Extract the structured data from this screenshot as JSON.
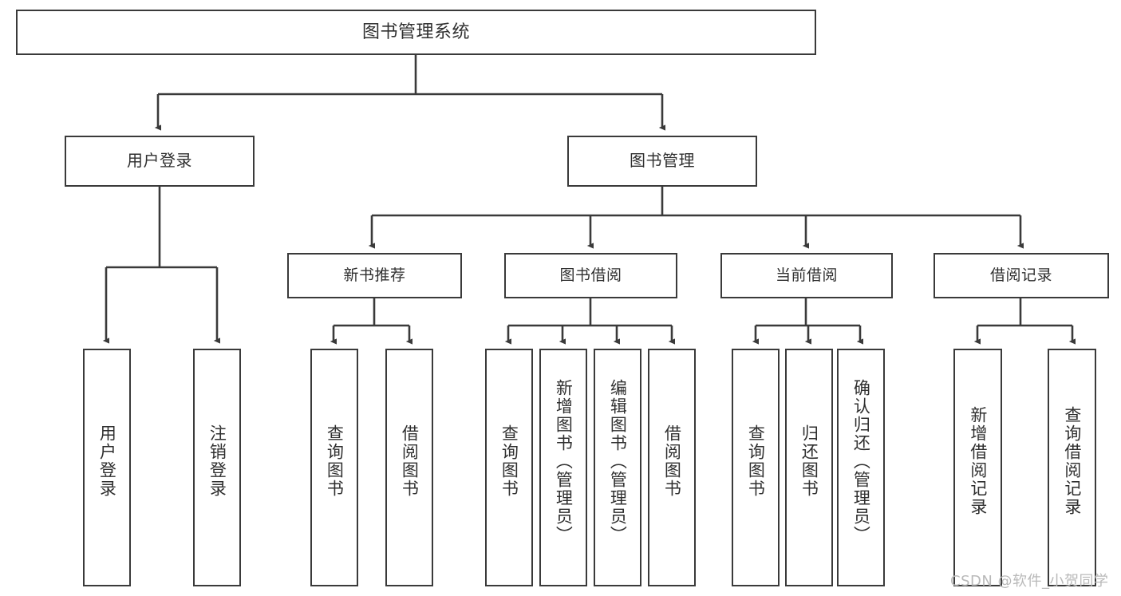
{
  "diagram": {
    "type": "tree-hierarchy",
    "title": "图书管理系统",
    "root": {
      "label": "图书管理系统"
    },
    "level1": [
      {
        "id": "user-login",
        "label": "用户登录"
      },
      {
        "id": "book-management",
        "label": "图书管理"
      }
    ],
    "level2": [
      {
        "id": "new-book-recommend",
        "label": "新书推荐"
      },
      {
        "id": "book-borrow",
        "label": "图书借阅"
      },
      {
        "id": "current-borrow",
        "label": "当前借阅"
      },
      {
        "id": "borrow-record",
        "label": "借阅记录"
      }
    ],
    "leaves": {
      "user_login": [
        {
          "id": "leaf-user-login",
          "label": "用户登录"
        },
        {
          "id": "leaf-logout-login",
          "label": "注销登录"
        }
      ],
      "new_book_recommend": [
        {
          "id": "leaf-query-book-1",
          "label": "查询图书"
        },
        {
          "id": "leaf-borrow-book-1",
          "label": "借阅图书"
        }
      ],
      "book_borrow": [
        {
          "id": "leaf-query-book-2",
          "label": "查询图书"
        },
        {
          "id": "leaf-add-book",
          "label": "新增图书（管理员）"
        },
        {
          "id": "leaf-edit-book",
          "label": "编辑图书（管理员）"
        },
        {
          "id": "leaf-borrow-book-2",
          "label": "借阅图书"
        }
      ],
      "current_borrow": [
        {
          "id": "leaf-query-book-3",
          "label": "查询图书"
        },
        {
          "id": "leaf-return-book",
          "label": "归还图书"
        },
        {
          "id": "leaf-confirm-return",
          "label": "确认归还（管理员）"
        }
      ],
      "borrow_record": [
        {
          "id": "leaf-add-record",
          "label": "新增借阅记录"
        },
        {
          "id": "leaf-query-record",
          "label": "查询借阅记录"
        }
      ]
    }
  },
  "watermark": {
    "text": "CSDN @软件_小贺同学"
  },
  "colors": {
    "background": "#ffffff",
    "box_border": "#3a3a3a",
    "box_fill": "#ffffff",
    "text": "#2f2f2f",
    "connector": "#3a3a3a",
    "watermark": "#b9b9b9"
  }
}
